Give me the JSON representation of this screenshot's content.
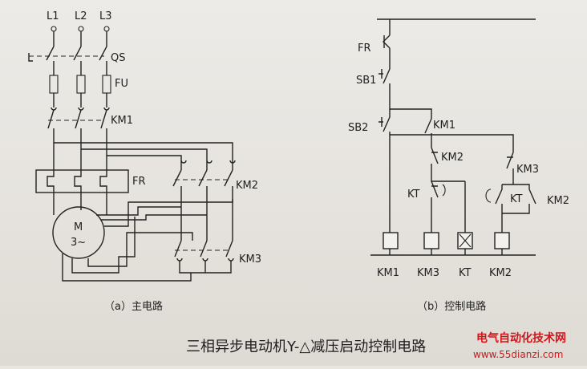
{
  "title": "三相异步电动机Y-△减压启动控制电路",
  "watermark": {
    "line1": "电气自动化技术网",
    "line2": "www.55dianzi.com"
  },
  "main_circuit": {
    "caption": "（a）主电路",
    "phases": [
      "L1",
      "L2",
      "L3"
    ],
    "switch": "QS",
    "fuse": "FU",
    "km1": "KM1",
    "fr": "FR",
    "km2": "KM2",
    "km3": "KM3",
    "motor": {
      "letter": "M",
      "spec": "3~"
    }
  },
  "control_circuit": {
    "caption": "（b）控制电路",
    "fr": "FR",
    "sb1": "SB1",
    "sb2": "SB2",
    "km1_contact": "KM1",
    "km2_contact": "KM2",
    "km3_contact": "KM3",
    "kt_contact_a": "KT",
    "kt_contact_b": "KT",
    "km2_side": "KM2",
    "coils": [
      "KM1",
      "KM3",
      "KT",
      "KM2"
    ]
  }
}
